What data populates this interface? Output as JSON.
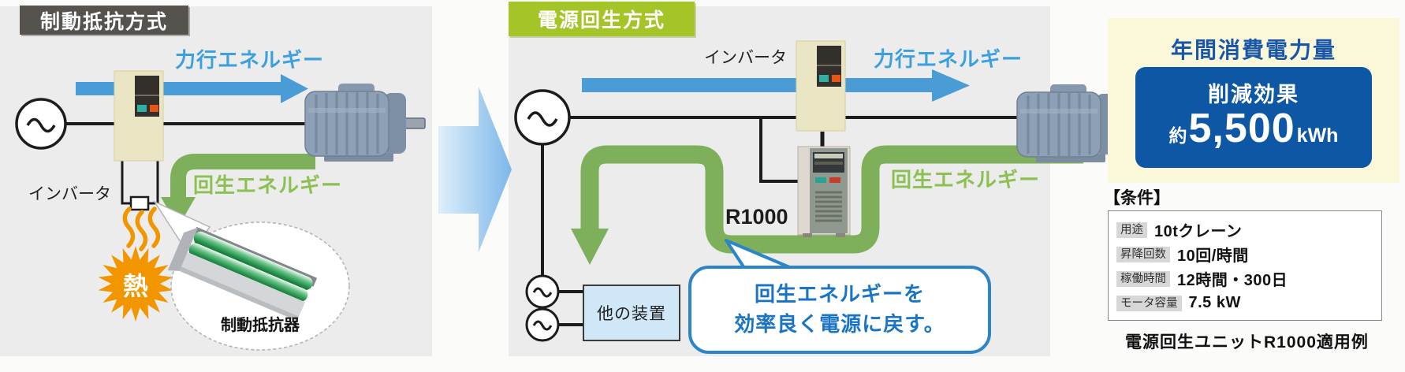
{
  "left_panel": {
    "title": "制動抵抗方式",
    "powering_label": "力行エネルギー",
    "regen_label": "回生エネルギー",
    "inverter_label": "インバータ",
    "heat_label": "熱",
    "resistor_label": "制動抵抗器"
  },
  "middle_panel": {
    "title": "電源回生方式",
    "inverter_label": "インバータ",
    "powering_label": "力行エネルギー",
    "regen_label": "回生エネルギー",
    "unit_label": "R1000",
    "other_devices_label": "他の装置",
    "callout_line1": "回生エネルギーを",
    "callout_line2": "効率良く電源に戻す。"
  },
  "right_panel": {
    "title": "年間消費電力量",
    "effect_label": "削減効果",
    "effect_prefix": "約",
    "effect_value": "5,500",
    "effect_unit": "kWh",
    "conditions_title": "【条件】",
    "conditions": [
      {
        "label": "用途",
        "value": "10tクレーン"
      },
      {
        "label": "昇降回数",
        "value": "10回/時間"
      },
      {
        "label": "稼働時間",
        "value": "12時間・300日"
      },
      {
        "label": "モータ容量",
        "value": "7.5 kW"
      }
    ],
    "caption": "電源回生ユニットR1000適用例"
  },
  "colors": {
    "panel_background": "#ebeceb",
    "badge_dark": "#56524e",
    "badge_green": "#a5c427",
    "powering_blue": "#4a9cd7",
    "regen_green": "#7eb05c",
    "regen_text_green": "#8dc052",
    "heat_orange": "#f29600",
    "callout_blue": "#2d85c8",
    "savings_box_blue": "#0d57a4",
    "savings_panel_cream": "#fbf8da"
  }
}
